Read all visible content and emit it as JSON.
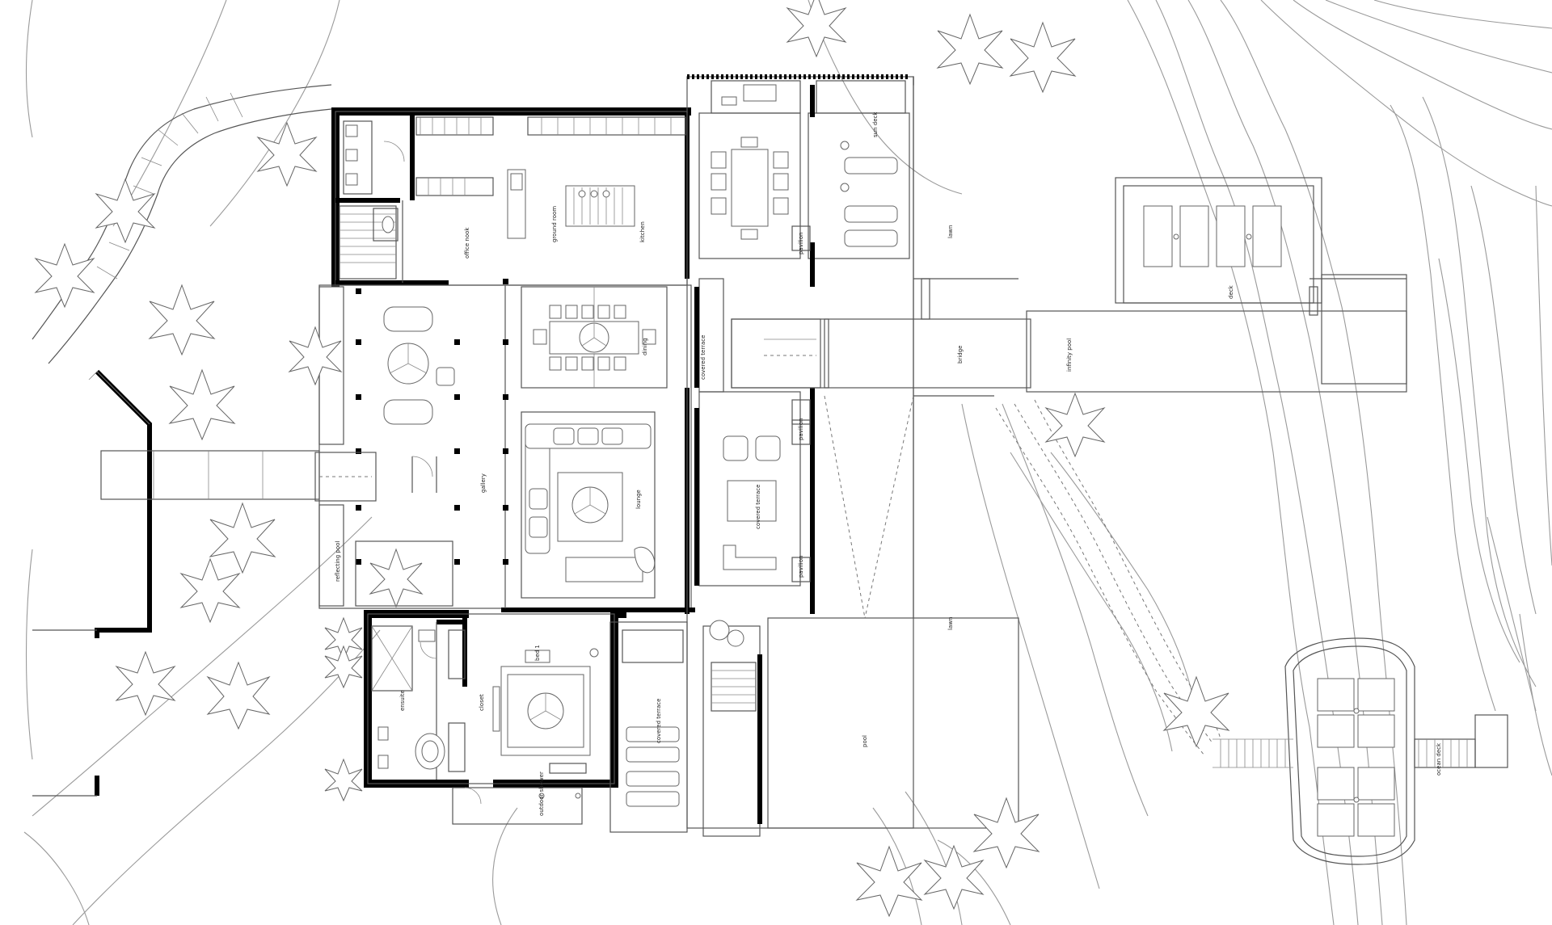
{
  "labels": {
    "ground_room": "ground room",
    "kitchen": "kitchen",
    "office_nook": "office nook",
    "dining": "dining",
    "lounge": "lounge",
    "gallery": "gallery",
    "covered_terrace_top": "covered terrace",
    "covered_terrace_mid": "covered terrace",
    "covered_terrace_bottom": "covered terrace",
    "reflecting_pool": "reflecting pool",
    "master_bed": "bed 1",
    "ensuite": "ensuite",
    "closet": "closet",
    "outdoor_shower": "outdoor shower",
    "pool": "pool",
    "lawn_top": "lawn",
    "lawn_bottom": "lawn",
    "deck": "deck",
    "infinity_pool": "infinity pool",
    "bridge": "bridge",
    "ocean_deck": "ocean deck",
    "pavilion_top": "pavilion",
    "pavilion_mid": "pavilion",
    "pavilion_bottom": "pavilion",
    "sun_deck": "sun deck"
  },
  "colors": {
    "wall": "#000000",
    "line": "#555555",
    "topo": "#9a9a9a",
    "background": "#ffffff"
  }
}
